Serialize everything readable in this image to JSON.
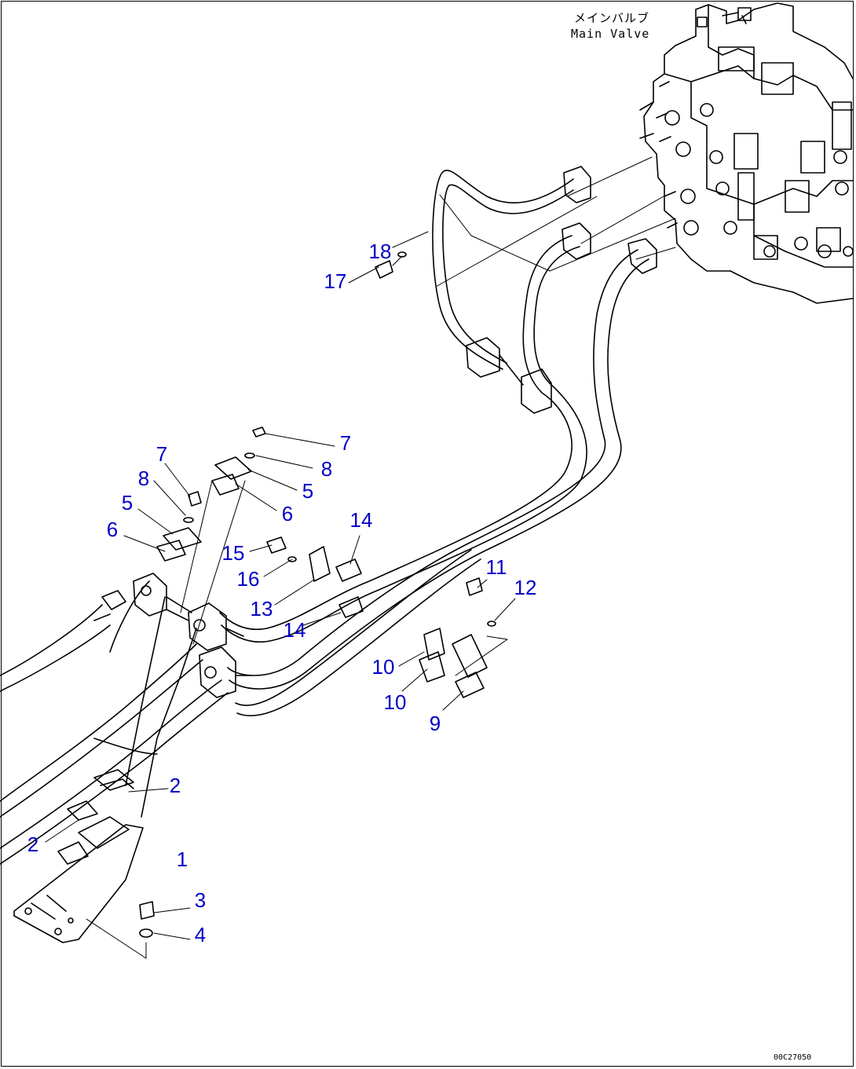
{
  "component_label": {
    "japanese": "メインバルブ",
    "english": "Main Valve"
  },
  "drawing_code": "00C27050",
  "callouts": [
    {
      "id": "c1",
      "text": "1"
    },
    {
      "id": "c2a",
      "text": "2"
    },
    {
      "id": "c2b",
      "text": "2"
    },
    {
      "id": "c3",
      "text": "3"
    },
    {
      "id": "c4",
      "text": "4"
    },
    {
      "id": "c5a",
      "text": "5"
    },
    {
      "id": "c5b",
      "text": "5"
    },
    {
      "id": "c6a",
      "text": "6"
    },
    {
      "id": "c6b",
      "text": "6"
    },
    {
      "id": "c7a",
      "text": "7"
    },
    {
      "id": "c7b",
      "text": "7"
    },
    {
      "id": "c8a",
      "text": "8"
    },
    {
      "id": "c8b",
      "text": "8"
    },
    {
      "id": "c9",
      "text": "9"
    },
    {
      "id": "c10a",
      "text": "10"
    },
    {
      "id": "c10b",
      "text": "10"
    },
    {
      "id": "c11",
      "text": "11"
    },
    {
      "id": "c12",
      "text": "12"
    },
    {
      "id": "c13",
      "text": "13"
    },
    {
      "id": "c14a",
      "text": "14"
    },
    {
      "id": "c14b",
      "text": "14"
    },
    {
      "id": "c15",
      "text": "15"
    },
    {
      "id": "c16",
      "text": "16"
    },
    {
      "id": "c17",
      "text": "17"
    },
    {
      "id": "c18",
      "text": "18"
    }
  ]
}
